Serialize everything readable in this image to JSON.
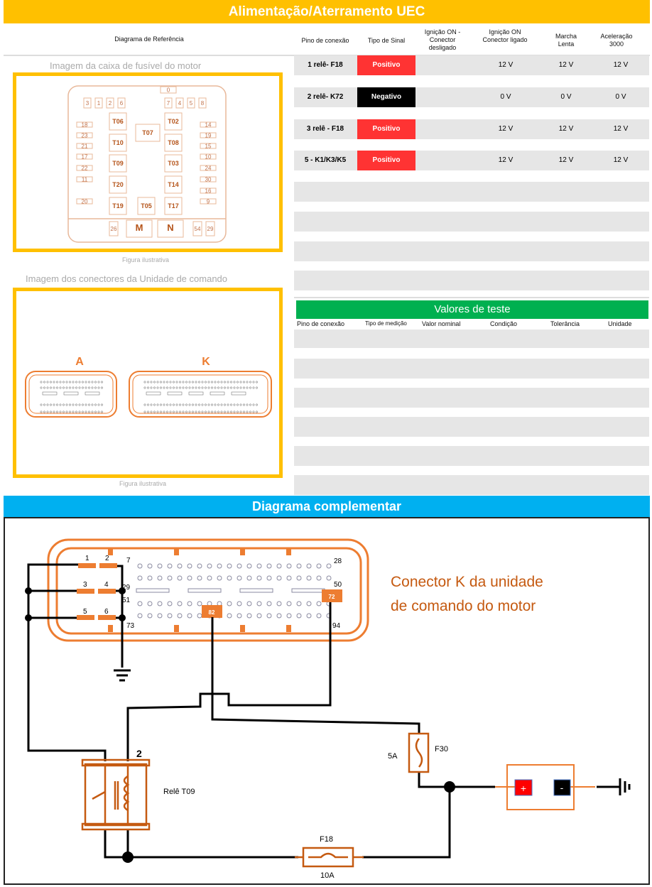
{
  "title": "Alimentação/Aterramento UEC",
  "header": {
    "ref": "Diagrama de Referência",
    "pino": "Pino de conexão",
    "tipo": "Tipo de Sinal",
    "ign_off": "Ignição ON - Conector desligado",
    "ign_on": "Ignição ON Conector ligado",
    "marcha": "Marcha Lenta",
    "acel": "Aceleração 3000"
  },
  "rows": [
    {
      "pin": "1 relê- F18",
      "signal": "Positivo",
      "color": "#FF3333",
      "ign_off": "",
      "ign_on": "12 V",
      "marcha": "12 V",
      "acel": "12 V"
    },
    {
      "pin": "2 relê- K72",
      "signal": "Negativo",
      "color": "#000000",
      "ign_off": "",
      "ign_on": "0 V",
      "marcha": "0 V",
      "acel": "0 V"
    },
    {
      "pin": "3 relê - F18",
      "signal": "Positivo",
      "color": "#FF3333",
      "ign_off": "",
      "ign_on": "12 V",
      "marcha": "12 V",
      "acel": "12 V"
    },
    {
      "pin": "5 - K1/K3/K5",
      "signal": "Positivo",
      "color": "#FF3333",
      "ign_off": "",
      "ign_on": "12 V",
      "marcha": "12 V",
      "acel": "12 V"
    }
  ],
  "left": {
    "fusebox_caption": "Imagem da caixa de fusível do motor",
    "figure_label": "Figura ilustrativa",
    "connectors_caption": "Imagem dos conectores da Unidade  de comando",
    "conn_a": "A",
    "conn_k": "K"
  },
  "fusebox": {
    "labels": [
      "0",
      "3",
      "1",
      "2",
      "6",
      "7",
      "4",
      "5",
      "8",
      "T06",
      "T02",
      "T07",
      "T10",
      "T08",
      "T09",
      "T03",
      "T20",
      "T14",
      "T19",
      "T05",
      "T17",
      "18",
      "23",
      "21",
      "17",
      "22",
      "11",
      "20",
      "14",
      "19",
      "15",
      "10",
      "24",
      "30",
      "16",
      "9",
      "26",
      "M",
      "N",
      "54",
      "29"
    ]
  },
  "test": {
    "title": "Valores de teste",
    "cols": [
      "Pino de conexão",
      "Tipo de medição",
      "Valor nominal",
      "Condição",
      "Tolerância",
      "Unidade"
    ]
  },
  "diagram": {
    "title": "Diagrama complementar",
    "conn_text_1": "Conector K da unidade",
    "conn_text_2": "de comando do motor",
    "pins": [
      "1",
      "2",
      "3",
      "4",
      "5",
      "6",
      "7",
      "29",
      "51",
      "73",
      "28",
      "50",
      "94",
      "72",
      "82"
    ],
    "relay": "Relê T09",
    "relay_pin": "2",
    "f30": "F30",
    "f30_amp": "5A",
    "f18": "F18",
    "f18_amp": "10A",
    "bat_plus": "+",
    "bat_minus": "-"
  }
}
